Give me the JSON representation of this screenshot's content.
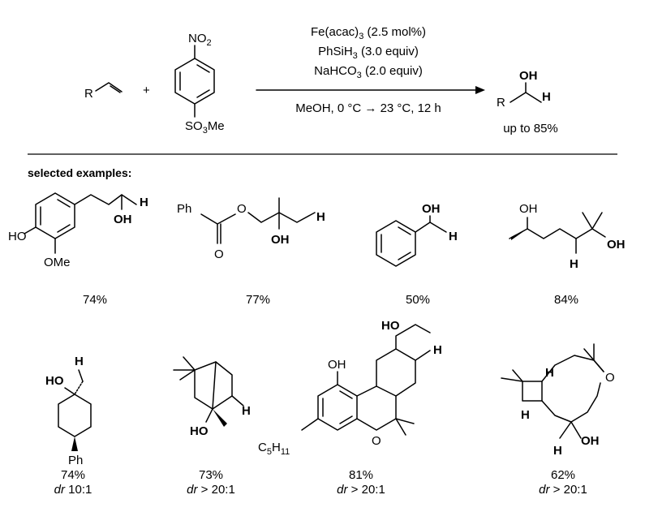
{
  "reaction": {
    "substrate_label": "R",
    "plus": "+",
    "reagent_top": "NO",
    "reagent_top_sub": "2",
    "reagent_bottom": "SO",
    "reagent_bottom_sub": "3",
    "reagent_bottom_tail": "Me",
    "conditions": {
      "line1_pre": "Fe(acac)",
      "line1_sub": "3",
      "line1_post": " (2.5 mol%)",
      "line2_pre": "PhSiH",
      "line2_sub": "3",
      "line2_post": " (3.0 equiv)",
      "line3_pre": "NaHCO",
      "line3_sub": "3",
      "line3_post": " (2.0 equiv)",
      "line4": "MeOH, 0 °C → 23 °C, 12 h"
    },
    "product": {
      "oh": "OH",
      "r": "R",
      "h": "H",
      "yield": "up to 85%"
    }
  },
  "section_title": "selected examples:",
  "examples_row1": [
    {
      "labels": {
        "ho": "HO",
        "ome": "OMe",
        "oh": "OH",
        "h": "H"
      },
      "yield": "74%"
    },
    {
      "labels": {
        "ph": "Ph",
        "o": "O",
        "oh": "OH",
        "h": "H"
      },
      "yield": "77%"
    },
    {
      "labels": {
        "oh": "OH",
        "h": "H"
      },
      "yield": "50%"
    },
    {
      "labels": {
        "oh_top": "OH",
        "h": "H",
        "oh": "OH"
      },
      "yield": "84%"
    }
  ],
  "examples_row2": [
    {
      "labels": {
        "h": "H",
        "ho": "HO",
        "ph": "Ph"
      },
      "yield": "74%",
      "dr_prefix": "dr",
      "dr_value": " 10:1"
    },
    {
      "labels": {
        "ho": "HO",
        "h": "H"
      },
      "yield": "73%",
      "dr_prefix": "dr",
      "dr_value": " > 20:1"
    },
    {
      "labels": {
        "ho": "HO",
        "oh": "OH",
        "h": "H",
        "c5": "C",
        "c5_sub": "5",
        "c5_h": "H",
        "c5_h_sub": "11",
        "o": "O"
      },
      "yield": "81%",
      "dr_prefix": "dr",
      "dr_value": " > 20:1"
    },
    {
      "labels": {
        "o": "O",
        "h_top": "H",
        "h_mid": "H",
        "oh": "OH",
        "h_bot": "H"
      },
      "yield": "62%",
      "dr_prefix": "dr",
      "dr_value": " > 20:1"
    }
  ]
}
